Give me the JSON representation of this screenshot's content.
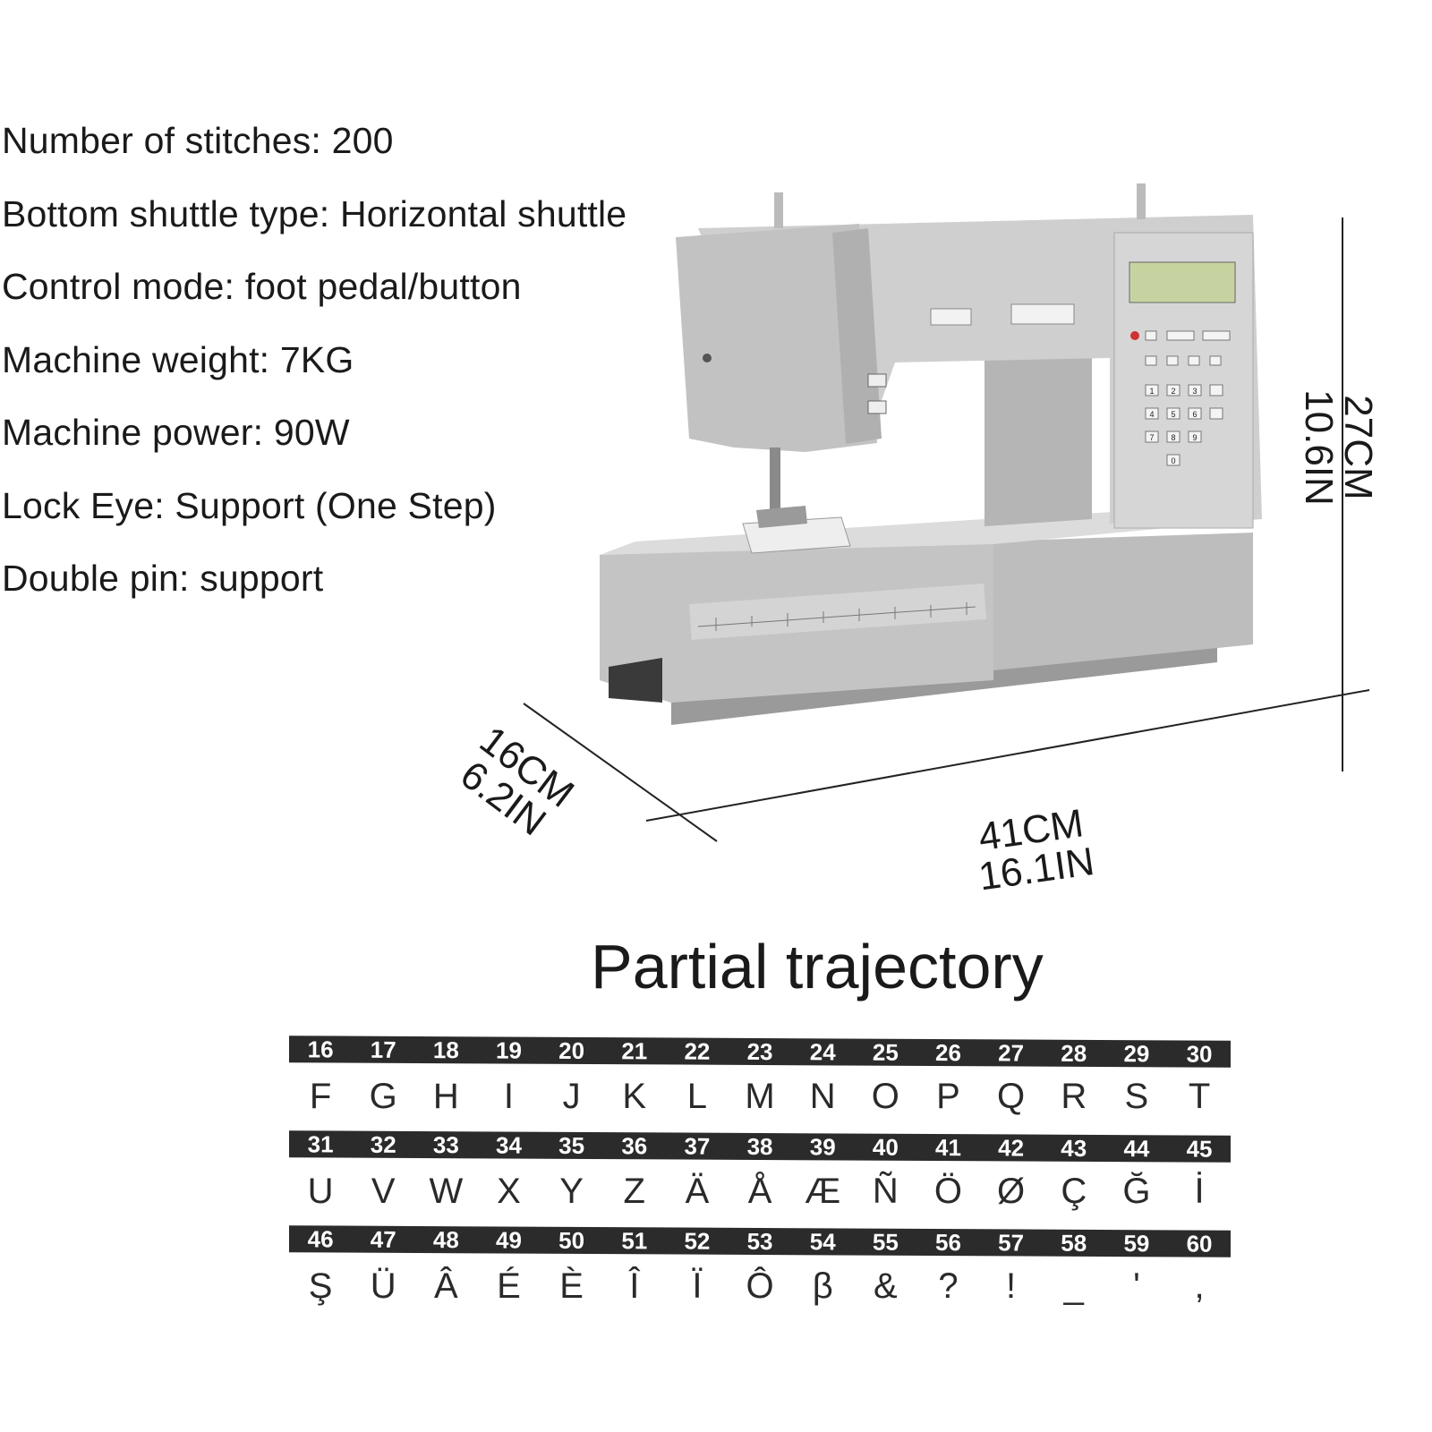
{
  "specs": [
    "Number of stitches: 200",
    "Bottom shuttle type: Horizontal shuttle",
    "Control mode: foot pedal/button",
    "Machine weight: 7KG",
    "Machine power: 90W",
    "Lock Eye: Support (One Step)",
    "Double pin: support"
  ],
  "dimensions": {
    "height_cm": "27CM",
    "height_in": "10.6IN",
    "width_cm": "41CM",
    "width_in": "16.1IN",
    "depth_cm": "16CM",
    "depth_in": "6.2IN"
  },
  "machine_panel": {
    "keypad": [
      "1",
      "2",
      "3",
      "4",
      "5",
      "6",
      "7",
      "8",
      "9",
      "0"
    ]
  },
  "section_title": "Partial trajectory",
  "stitch_table": [
    {
      "numbers": [
        "16",
        "17",
        "18",
        "19",
        "20",
        "21",
        "22",
        "23",
        "24",
        "25",
        "26",
        "27",
        "28",
        "29",
        "30"
      ],
      "chars": [
        "F",
        "G",
        "H",
        "I",
        "J",
        "K",
        "L",
        "M",
        "N",
        "O",
        "P",
        "Q",
        "R",
        "S",
        "T"
      ]
    },
    {
      "numbers": [
        "31",
        "32",
        "33",
        "34",
        "35",
        "36",
        "37",
        "38",
        "39",
        "40",
        "41",
        "42",
        "43",
        "44",
        "45"
      ],
      "chars": [
        "U",
        "V",
        "W",
        "X",
        "Y",
        "Z",
        "Ä",
        "Å",
        "Æ",
        "Ñ",
        "Ö",
        "Ø",
        "Ç",
        "Ğ",
        "İ"
      ]
    },
    {
      "numbers": [
        "46",
        "47",
        "48",
        "49",
        "50",
        "51",
        "52",
        "53",
        "54",
        "55",
        "56",
        "57",
        "58",
        "59",
        "60"
      ],
      "chars": [
        "Ş",
        "Ü",
        "Â",
        "É",
        "È",
        "Î",
        "Ï",
        "Ô",
        "β",
        "&",
        "?",
        "!",
        "_",
        "'",
        ","
      ]
    }
  ],
  "colors": {
    "machine_body": "#c9c9c9",
    "machine_shadow": "#a9a9a9",
    "lcd": "#c6d3a0",
    "table_band": "#2b2b2b"
  }
}
